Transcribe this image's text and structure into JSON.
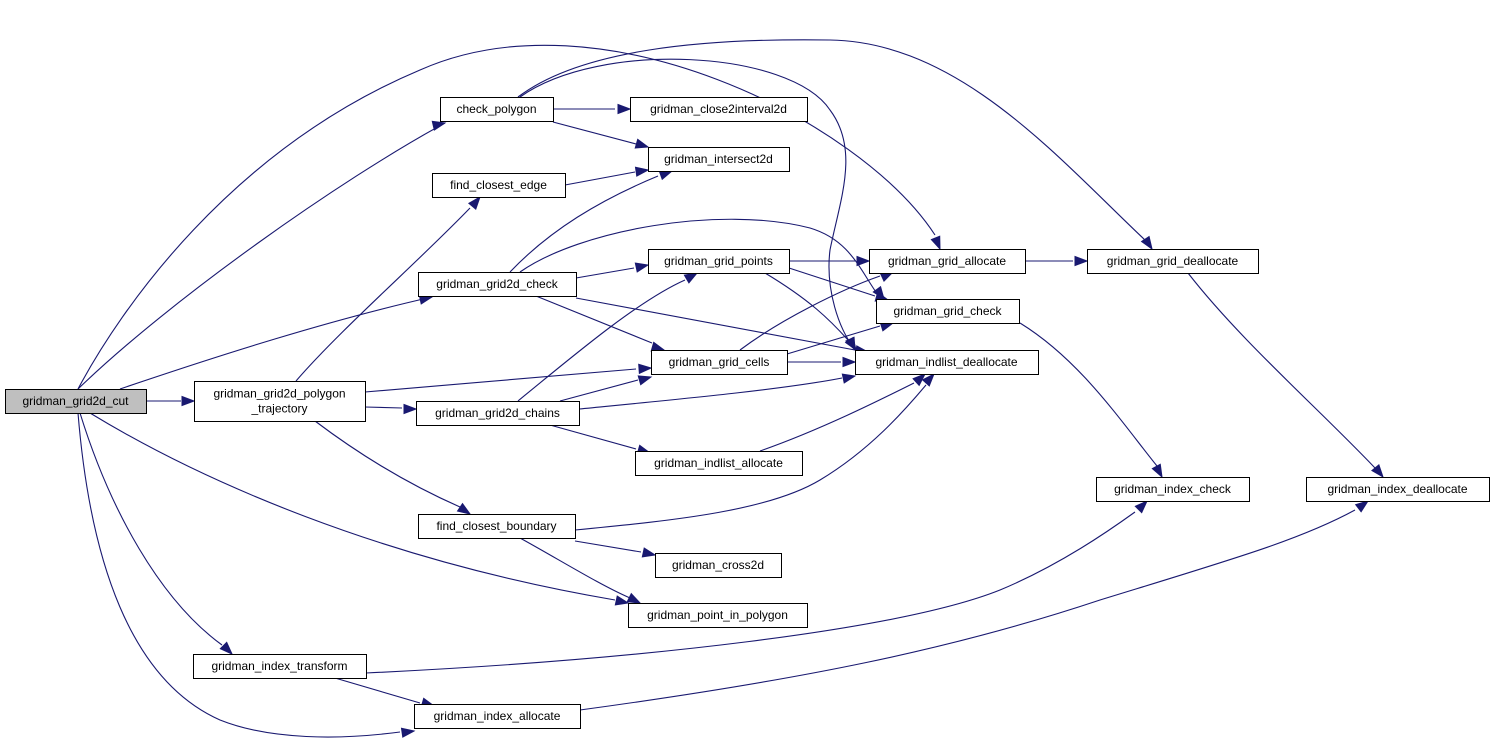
{
  "diagram": {
    "colors": {
      "edge": "#191970",
      "root_fill": "#bfbfbf",
      "node_fill": "#ffffff",
      "border": "#000000"
    },
    "nodes": {
      "n_cut": {
        "lines": [
          "gridman_grid2d_cut"
        ],
        "root": true
      },
      "n_check_polygon": {
        "lines": [
          "check_polygon"
        ]
      },
      "n_close2": {
        "lines": [
          "gridman_close2interval2d"
        ]
      },
      "n_intersect": {
        "lines": [
          "gridman_intersect2d"
        ]
      },
      "n_fce": {
        "lines": [
          "find_closest_edge"
        ]
      },
      "n_g2check": {
        "lines": [
          "gridman_grid2d_check"
        ]
      },
      "n_gpoints": {
        "lines": [
          "gridman_grid_points"
        ]
      },
      "n_galloc": {
        "lines": [
          "gridman_grid_allocate"
        ]
      },
      "n_gdealloc": {
        "lines": [
          "gridman_grid_deallocate"
        ]
      },
      "n_gcheck": {
        "lines": [
          "gridman_grid_check"
        ]
      },
      "n_polytraj": {
        "lines": [
          "gridman_grid2d_polygon",
          "_trajectory"
        ]
      },
      "n_gcells": {
        "lines": [
          "gridman_grid_cells"
        ]
      },
      "n_indealloc": {
        "lines": [
          "gridman_indlist_deallocate"
        ]
      },
      "n_chains": {
        "lines": [
          "gridman_grid2d_chains"
        ]
      },
      "n_inalloc": {
        "lines": [
          "gridman_indlist_allocate"
        ]
      },
      "n_idxcheck": {
        "lines": [
          "gridman_index_check"
        ]
      },
      "n_idxdealloc": {
        "lines": [
          "gridman_index_deallocate"
        ]
      },
      "n_fcb": {
        "lines": [
          "find_closest_boundary"
        ]
      },
      "n_cross": {
        "lines": [
          "gridman_cross2d"
        ]
      },
      "n_pip": {
        "lines": [
          "gridman_point_in_polygon"
        ]
      },
      "n_idxtrans": {
        "lines": [
          "gridman_index_transform"
        ]
      },
      "n_idxalloc": {
        "lines": [
          "gridman_index_allocate"
        ]
      }
    },
    "edges": [
      {
        "from": "n_cut",
        "to": "n_check_polygon"
      },
      {
        "from": "n_cut",
        "to": "n_galloc"
      },
      {
        "from": "n_cut",
        "to": "n_g2check"
      },
      {
        "from": "n_cut",
        "to": "n_polytraj"
      },
      {
        "from": "n_cut",
        "to": "n_pip"
      },
      {
        "from": "n_cut",
        "to": "n_idxtrans"
      },
      {
        "from": "n_cut",
        "to": "n_idxalloc"
      },
      {
        "from": "n_check_polygon",
        "to": "n_close2"
      },
      {
        "from": "n_check_polygon",
        "to": "n_intersect"
      },
      {
        "from": "n_check_polygon",
        "to": "n_gdealloc"
      },
      {
        "from": "n_check_polygon",
        "to": "n_indealloc"
      },
      {
        "from": "n_fce",
        "to": "n_intersect"
      },
      {
        "from": "n_g2check",
        "to": "n_intersect"
      },
      {
        "from": "n_g2check",
        "to": "n_gpoints"
      },
      {
        "from": "n_g2check",
        "to": "n_gcheck"
      },
      {
        "from": "n_g2check",
        "to": "n_gcells"
      },
      {
        "from": "n_g2check",
        "to": "n_indealloc"
      },
      {
        "from": "n_gpoints",
        "to": "n_galloc"
      },
      {
        "from": "n_gpoints",
        "to": "n_gcheck"
      },
      {
        "from": "n_gpoints",
        "to": "n_indealloc"
      },
      {
        "from": "n_galloc",
        "to": "n_gdealloc"
      },
      {
        "from": "n_gdealloc",
        "to": "n_idxdealloc"
      },
      {
        "from": "n_gcheck",
        "to": "n_idxcheck"
      },
      {
        "from": "n_polytraj",
        "to": "n_fce"
      },
      {
        "from": "n_polytraj",
        "to": "n_gcells"
      },
      {
        "from": "n_polytraj",
        "to": "n_chains"
      },
      {
        "from": "n_polytraj",
        "to": "n_fcb"
      },
      {
        "from": "n_gcells",
        "to": "n_galloc"
      },
      {
        "from": "n_gcells",
        "to": "n_gcheck"
      },
      {
        "from": "n_gcells",
        "to": "n_indealloc"
      },
      {
        "from": "n_chains",
        "to": "n_gpoints"
      },
      {
        "from": "n_chains",
        "to": "n_gcells"
      },
      {
        "from": "n_chains",
        "to": "n_indealloc"
      },
      {
        "from": "n_chains",
        "to": "n_inalloc"
      },
      {
        "from": "n_inalloc",
        "to": "n_indealloc"
      },
      {
        "from": "n_fcb",
        "to": "n_indealloc"
      },
      {
        "from": "n_fcb",
        "to": "n_cross"
      },
      {
        "from": "n_fcb",
        "to": "n_pip"
      },
      {
        "from": "n_idxtrans",
        "to": "n_idxcheck"
      },
      {
        "from": "n_idxtrans",
        "to": "n_idxalloc"
      },
      {
        "from": "n_idxalloc",
        "to": "n_idxdealloc"
      }
    ]
  }
}
